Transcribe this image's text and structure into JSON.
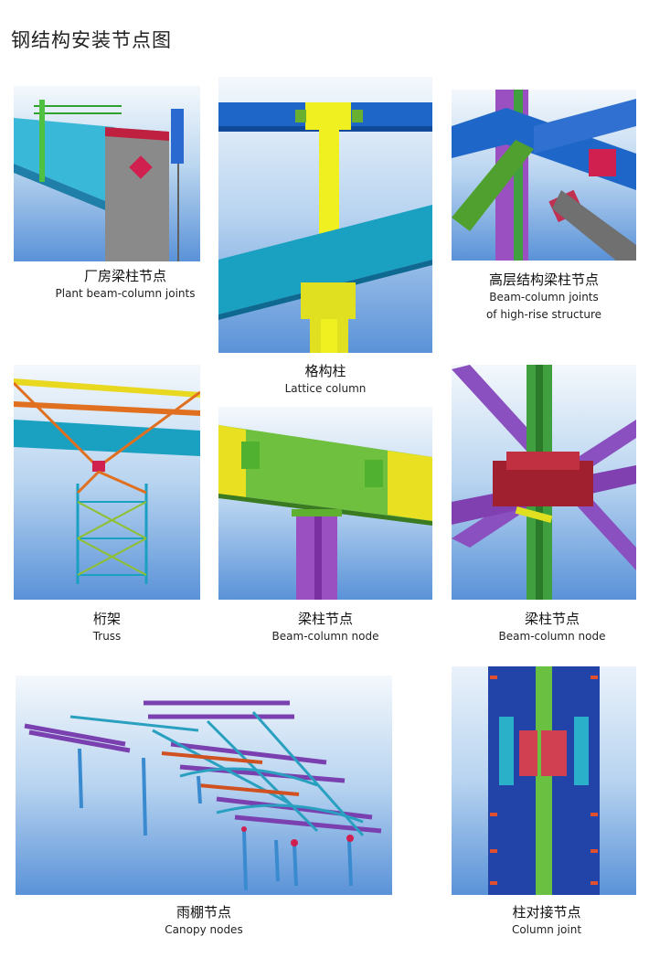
{
  "page": {
    "title": "钢结构安装节点图"
  },
  "items": [
    {
      "cn": "厂房梁柱节点",
      "en": "Plant beam-column joints"
    },
    {
      "cn": "格构柱",
      "en": "Lattice column"
    },
    {
      "cn": "高层结构梁柱节点",
      "en": "Beam-column joints",
      "en2": "of high-rise structure"
    },
    {
      "cn": "桁架",
      "en": "Truss"
    },
    {
      "cn": "梁柱节点",
      "en": "Beam-column node"
    },
    {
      "cn": "梁柱节点",
      "en": "Beam-column node"
    },
    {
      "cn": "雨棚节点",
      "en": "Canopy nodes"
    },
    {
      "cn": "柱对接节点",
      "en": "Column joint"
    }
  ]
}
